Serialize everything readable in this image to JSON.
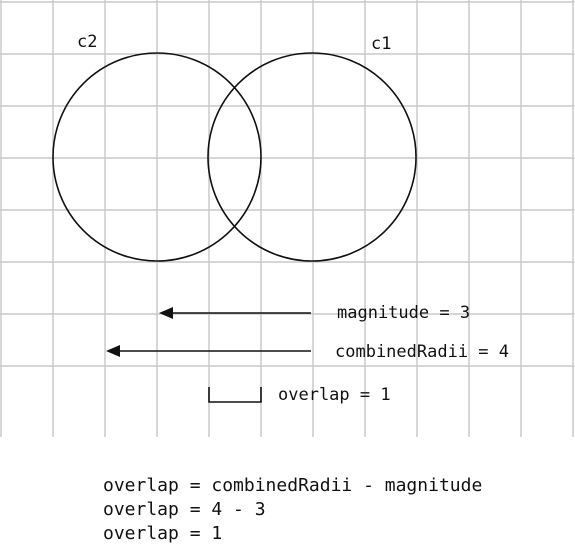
{
  "colors": {
    "grid": "#c8c8c8",
    "ink": "#111111",
    "background": "#ffffff"
  },
  "labels": {
    "circle1": "c1",
    "circle2": "c2",
    "magnitude": "magnitude = 3",
    "combinedRadii": "combinedRadii = 4",
    "overlap": "overlap = 1"
  },
  "equations": [
    "overlap = combinedRadii - magnitude",
    "overlap = 4 - 3",
    "overlap = 1"
  ]
}
